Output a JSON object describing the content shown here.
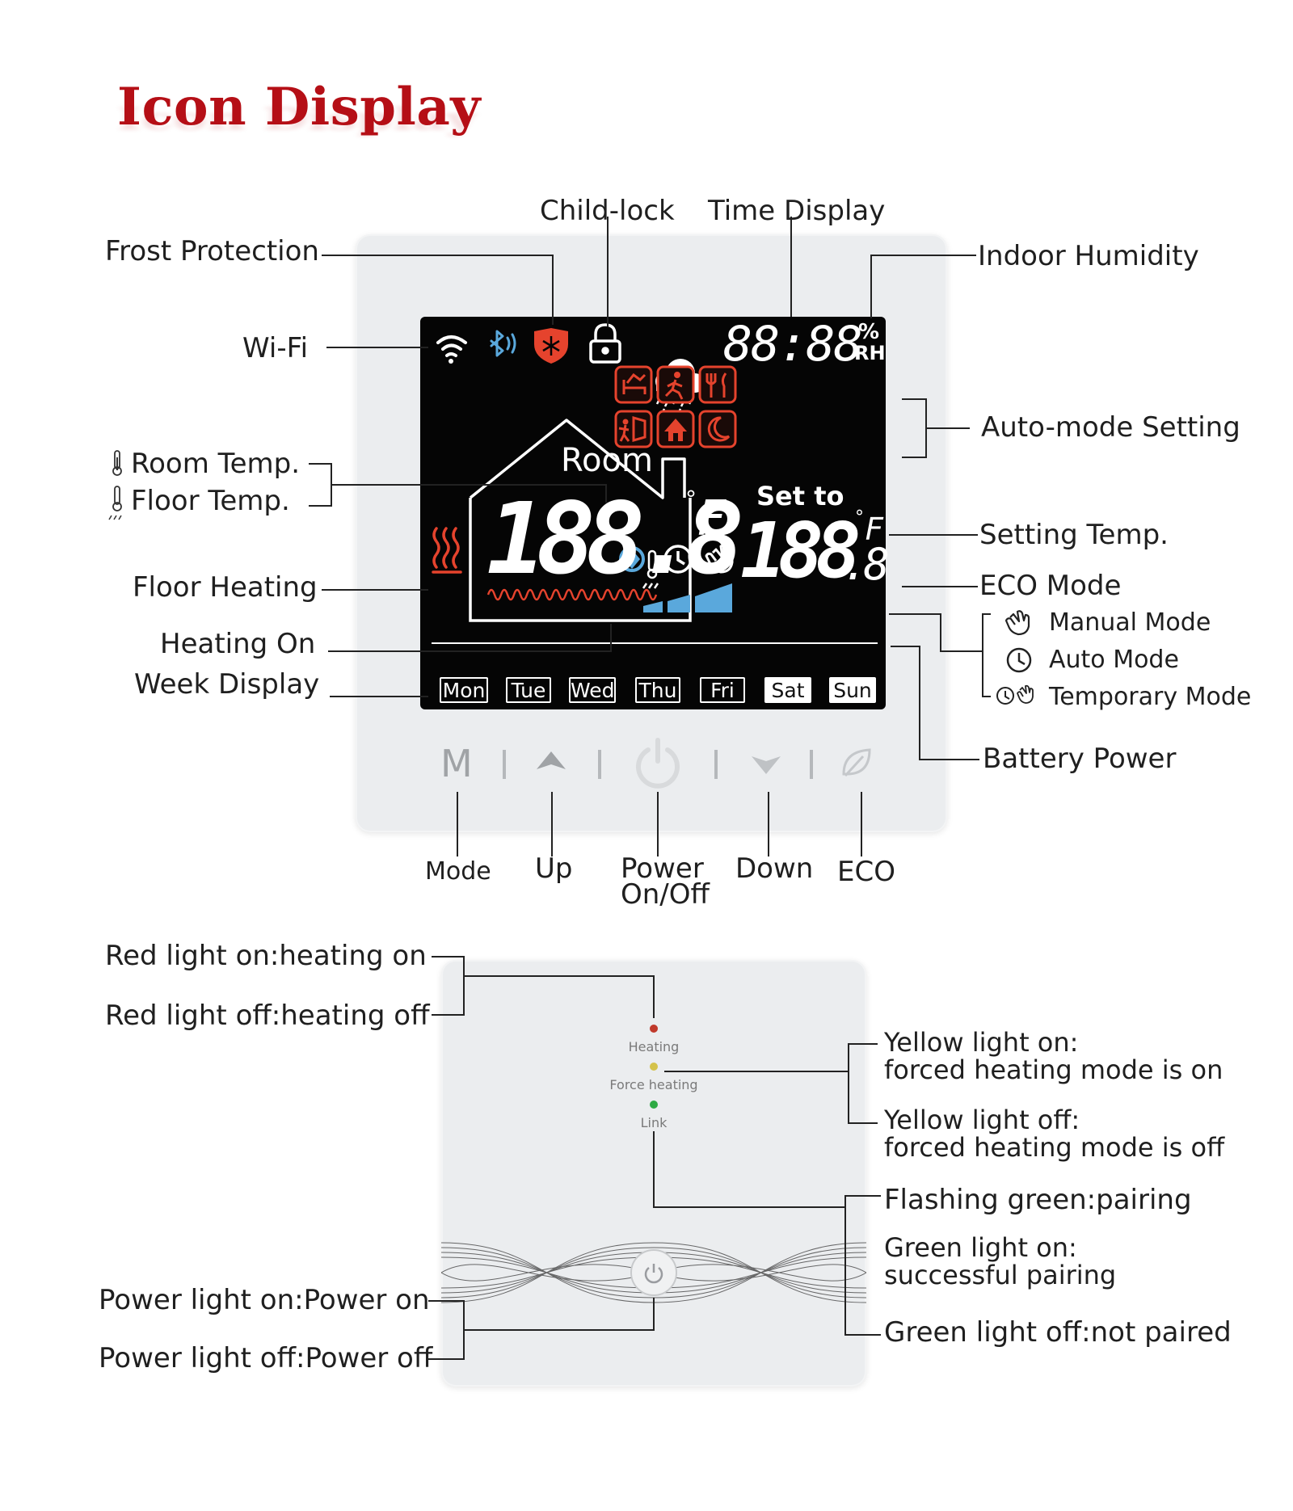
{
  "title": "Icon Display",
  "labels": {
    "frost_protection": "Frost Protection",
    "child_lock": "Child-lock",
    "time_display": "Time Display",
    "indoor_humidity": "Indoor Humidity",
    "wifi": "Wi-Fi",
    "auto_mode_setting": "Auto-mode Setting",
    "room_temp": "Room Temp.",
    "floor_temp": "Floor Temp.",
    "setting_temp": "Setting Temp.",
    "floor_heating": "Floor Heating",
    "eco_mode": "ECO Mode",
    "manual_mode": "Manual Mode",
    "auto_mode": "Auto Mode",
    "temporary_mode": "Temporary Mode",
    "heating_on": "Heating On",
    "week_display": "Week Display",
    "battery_power": "Battery Power"
  },
  "lcd": {
    "time": "88:88",
    "percent": "%",
    "rh": "RH",
    "room": "Room",
    "room_value": "188.8",
    "room_unit_deg": "°",
    "room_unit": "F",
    "set_to": "Set to",
    "set_value": "188",
    "set_decimal": ".8",
    "set_unit_deg": "°",
    "set_unit": "F",
    "days": [
      "Mon",
      "Tue",
      "Wed",
      "Thu",
      "Fri",
      "Sat",
      "Sun"
    ],
    "highlighted_days": [
      "Sat",
      "Sun"
    ]
  },
  "buttons": {
    "mode_glyph": "M",
    "mode": "Mode",
    "up": "Up",
    "power_line1": "Power",
    "power_line2": "On/Off",
    "down": "Down",
    "eco": "ECO"
  },
  "receiver": {
    "led_labels": [
      "Heating",
      "Force heating",
      "Link"
    ],
    "led_colors": [
      "#c0392b",
      "#d4c24a",
      "#2eaa44"
    ],
    "red_on": "Red light on:heating on",
    "red_off": "Red light off:heating off",
    "yellow_on_l1": "Yellow light on:",
    "yellow_on_l2": "forced heating mode is on",
    "yellow_off_l1": "Yellow light off:",
    "yellow_off_l2": "forced heating mode is off",
    "flashing_green": "Flashing green:pairing",
    "green_on_l1": "Green light on:",
    "green_on_l2": "successful pairing",
    "green_off": "Green light off:not paired",
    "power_on": "Power light on:Power on",
    "power_off": "Power light off:Power off"
  },
  "colors": {
    "title": "#b50f16",
    "lcd_background": "#050505",
    "icon_red": "#e5432d",
    "icon_blue": "#5aa8dc"
  }
}
